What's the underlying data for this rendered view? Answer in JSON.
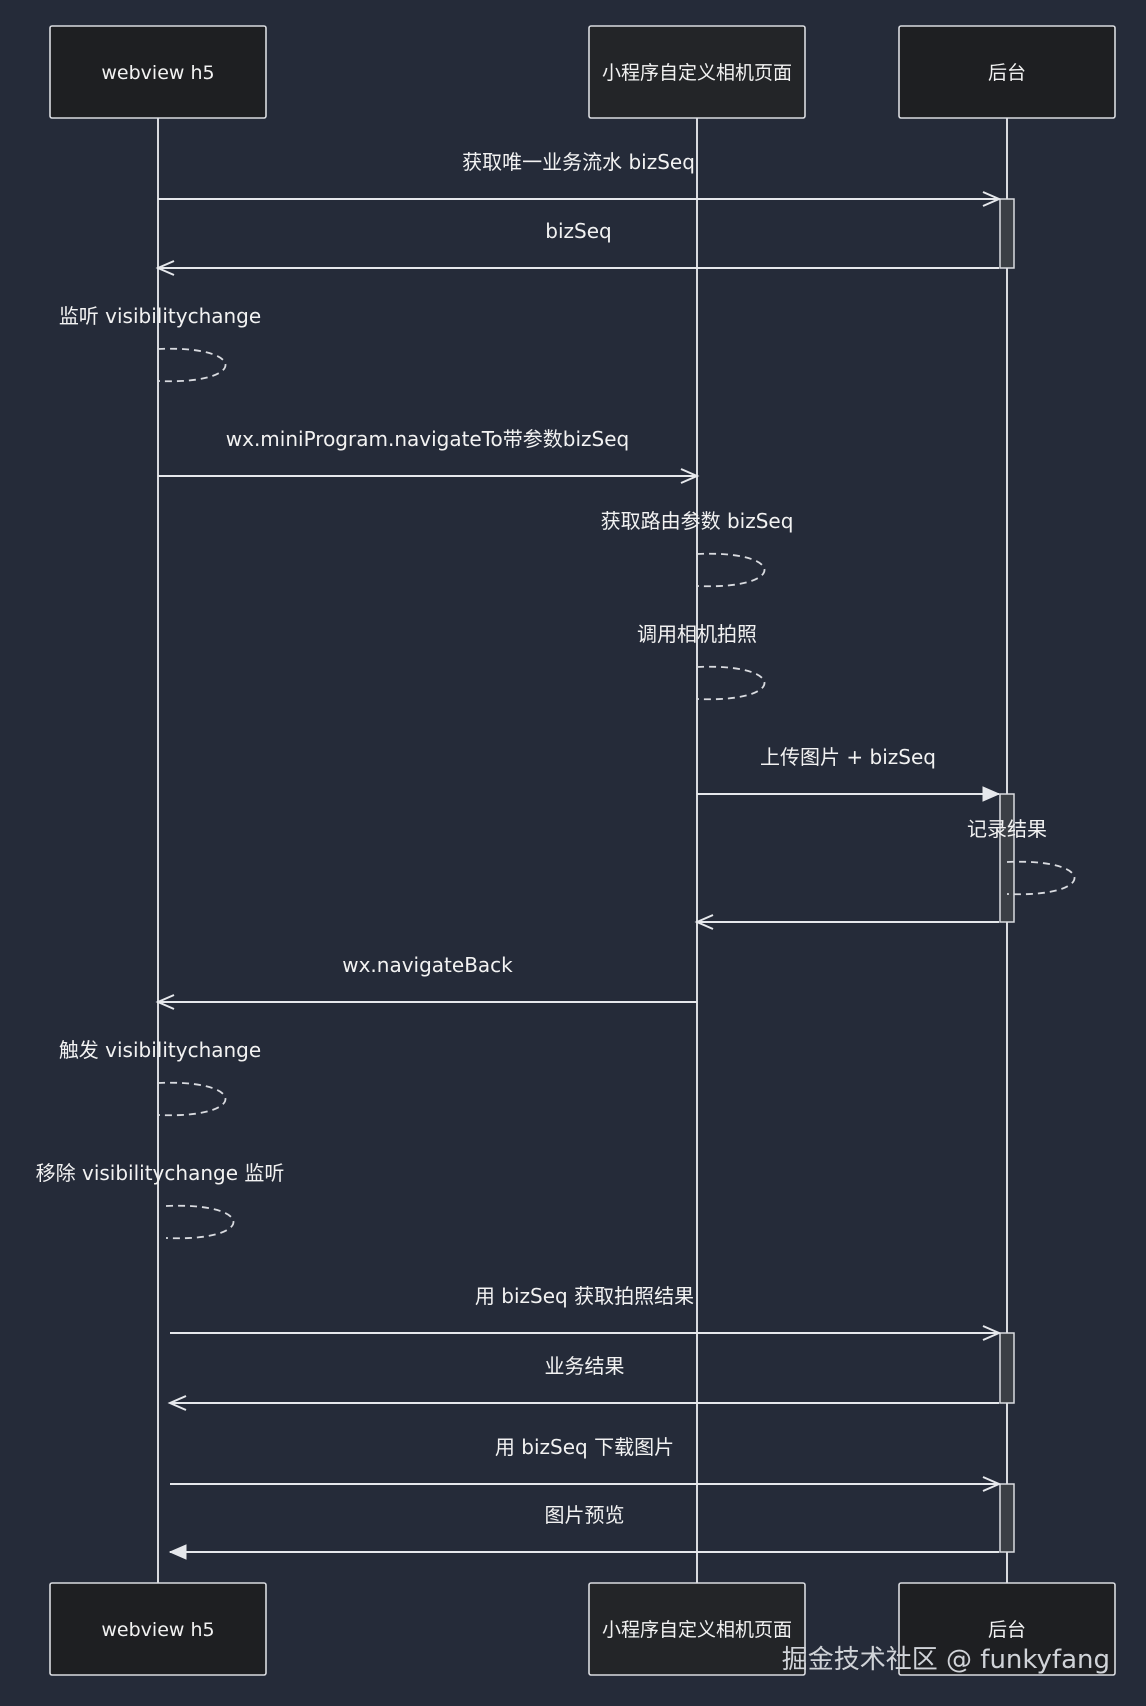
{
  "actors": [
    {
      "id": "h5",
      "label": "webview h5"
    },
    {
      "id": "mini",
      "label": "小程序自定义相机页面"
    },
    {
      "id": "server",
      "label": "后台"
    }
  ],
  "steps": [
    {
      "kind": "message",
      "from": "h5",
      "to": "server",
      "label": "获取唯一业务流水 bizSeq",
      "arrow": "open"
    },
    {
      "kind": "message",
      "from": "server",
      "to": "h5",
      "label": "bizSeq",
      "arrow": "open"
    },
    {
      "kind": "self",
      "actor": "h5",
      "label": "监听 visibilitychange"
    },
    {
      "kind": "message",
      "from": "h5",
      "to": "mini",
      "label": "wx.miniProgram.navigateTo带参数bizSeq",
      "arrow": "open"
    },
    {
      "kind": "self",
      "actor": "mini",
      "label": "获取路由参数 bizSeq"
    },
    {
      "kind": "self",
      "actor": "mini",
      "label": "调用相机拍照"
    },
    {
      "kind": "message",
      "from": "mini",
      "to": "server",
      "label": "上传图片 + bizSeq",
      "arrow": "solid"
    },
    {
      "kind": "self",
      "actor": "server",
      "label": "记录结果"
    },
    {
      "kind": "message",
      "from": "server",
      "to": "mini",
      "label": "",
      "arrow": "open"
    },
    {
      "kind": "message",
      "from": "mini",
      "to": "h5",
      "label": "wx.navigateBack",
      "arrow": "open"
    },
    {
      "kind": "self",
      "actor": "h5",
      "label": "触发 visibilitychange"
    },
    {
      "kind": "self",
      "actor": "h5",
      "label": "移除 visibilitychange 监听"
    },
    {
      "kind": "message",
      "from": "h5",
      "to": "server",
      "label": "用 bizSeq 获取拍照结果",
      "arrow": "open"
    },
    {
      "kind": "message",
      "from": "server",
      "to": "h5",
      "label": "业务结果",
      "arrow": "open"
    },
    {
      "kind": "message",
      "from": "h5",
      "to": "server",
      "label": "用 bizSeq 下载图片",
      "arrow": "open"
    },
    {
      "kind": "message",
      "from": "server",
      "to": "h5",
      "label": "图片预览",
      "arrow": "solid"
    }
  ],
  "watermark": "掘金技术社区 @ funkyfang"
}
